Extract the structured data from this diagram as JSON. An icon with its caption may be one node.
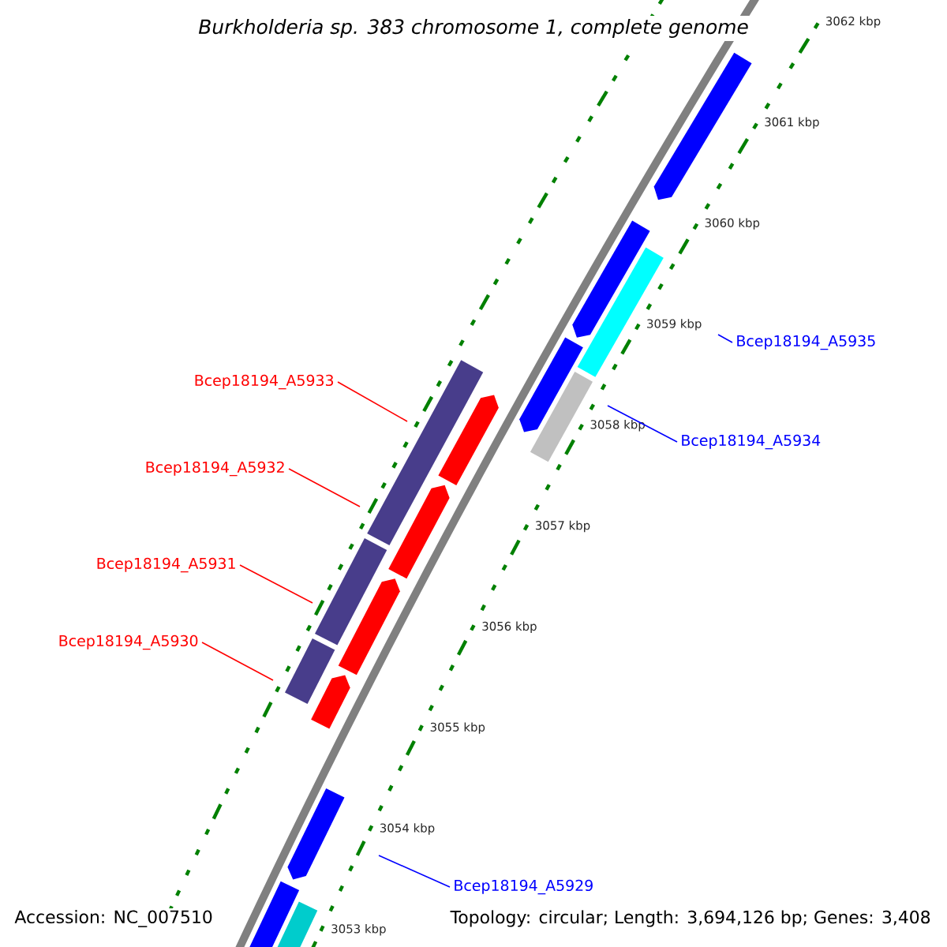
{
  "diagram": {
    "title": "*Burkholderia* sp. 383 chromosome 1, complete genome",
    "nodes": [
      {
        "text": [
          "Bcep18194_A5933"
        ]
      },
      {
        "text": [
          "Bcep18194_A5932"
        ]
      },
      {
        "text": [
          "Bcep18194_A5931"
        ]
      },
      {
        "text": [
          "Bcep18194_A5930"
        ]
      },
      {
        "text": [
          "Bcep18194_A5935"
        ]
      },
      {
        "text": [
          "Bcep18194_A5934"
        ]
      },
      {
        "text": [
          "Bcep18194_A5929"
        ]
      }
    ],
    "edges": [
      {
        "from": 0,
        "to": null,
        "arrow": "none"
      },
      {
        "from": 1,
        "to": null,
        "arrow": "none"
      },
      {
        "from": 2,
        "to": null,
        "arrow": "none"
      },
      {
        "from": 3,
        "to": null,
        "arrow": "none"
      },
      {
        "from": 4,
        "to": null,
        "arrow": "none",
        "color": "#0000ff"
      },
      {
        "from": 5,
        "to": null,
        "arrow": "none",
        "color": "#0000ff"
      },
      {
        "from": 6,
        "to": null,
        "arrow": "none",
        "color": "#0000ff"
      }
    ],
    "labels": [
      "3062 kbp",
      "3061 kbp",
      "3060 kbp",
      "3059 kbp",
      "3058 kbp",
      "3057 kbp",
      "3056 kbp",
      "3055 kbp",
      "3054 kbp",
      "3053 kbp",
      "Accession: NC_007510",
      "Topology: circular; Length: 3,694,126 bp; Genes: 3,408"
    ]
  }
}
